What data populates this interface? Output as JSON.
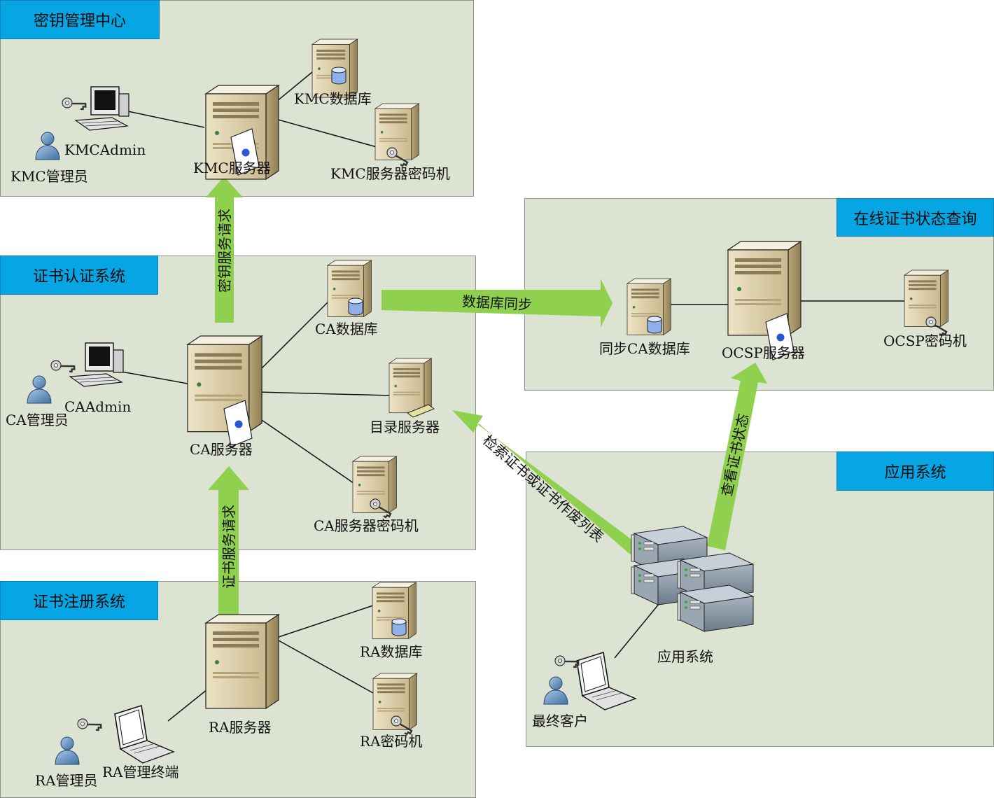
{
  "panels": {
    "kmc": {
      "title": "密钥管理中心"
    },
    "ca": {
      "title": "证书认证系统"
    },
    "ra": {
      "title": "证书注册系统"
    },
    "ocsp": {
      "title": "在线证书状态查询"
    },
    "app": {
      "title": "应用系统"
    }
  },
  "nodes": {
    "kmc_admin": "KMCAdmin",
    "kmc_manager": "KMC管理员",
    "kmc_server": "KMC服务器",
    "kmc_db": "KMC数据库",
    "kmc_hsm": "KMC服务器密码机",
    "ca_admin": "CAAdmin",
    "ca_manager": "CA管理员",
    "ca_server": "CA服务器",
    "ca_db": "CA数据库",
    "dir_server": "目录服务器",
    "ca_hsm": "CA服务器密码机",
    "ra_server": "RA服务器",
    "ra_db": "RA数据库",
    "ra_hsm": "RA密码机",
    "ra_manager": "RA管理员",
    "ra_terminal": "RA管理终端",
    "sync_db": "同步CA数据库",
    "ocsp_server": "OCSP服务器",
    "ocsp_hsm": "OCSP密码机",
    "app_system": "应用系统",
    "end_user": "最终客户"
  },
  "arrows": {
    "key_service": "密钥服务请求",
    "db_sync": "数据库同步",
    "cert_service": "证书服务请求",
    "retrieve": "检索证书或证书作废列表",
    "check_status": "查看证书状态"
  },
  "colors": {
    "panel_bg": "#dde3d2",
    "title_bg": "#06a6e4",
    "arrow_green": "#8fd14f"
  }
}
